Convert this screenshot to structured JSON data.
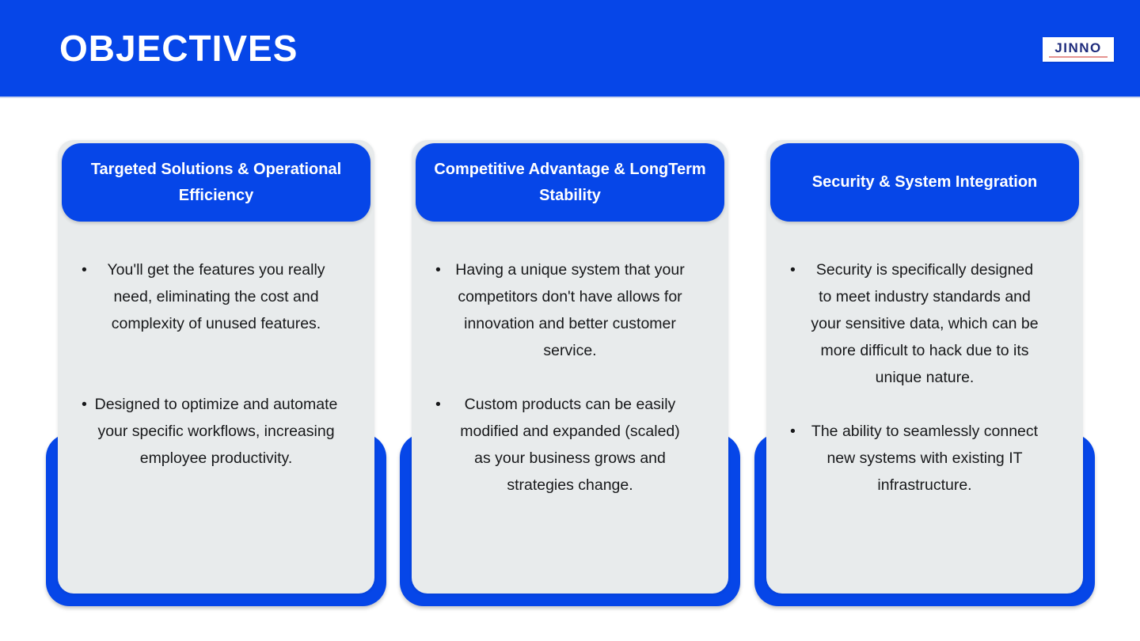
{
  "slide": {
    "title": "OBJECTIVES",
    "logo": {
      "text": "JINNO"
    },
    "bullet_glyph": "•",
    "colors": {
      "accent_blue": "#0646e8",
      "card_gray": "#e8ebec",
      "logo_navy": "#1e2b7c",
      "logo_underline": "#e59390",
      "body_text": "#17181a"
    }
  },
  "cards": [
    {
      "title_lines": [
        "Targeted Solutions & Operational",
        "Efficiency"
      ],
      "bullets": [
        {
          "lines": [
            "You'll get the features you really",
            "need, eliminating the cost and",
            "complexity of unused features."
          ]
        },
        {
          "lines": [
            "Designed to optimize and automate",
            "your specific workflows, increasing",
            "employee productivity."
          ]
        }
      ]
    },
    {
      "title_lines": [
        "Competitive Advantage & LongTerm",
        "Stability"
      ],
      "bullets": [
        {
          "lines": [
            "Having a unique system that your",
            "competitors don't have allows for",
            "innovation and better customer",
            "service."
          ]
        },
        {
          "lines": [
            "Custom products can be easily",
            "modified and expanded (scaled)",
            "as your business grows and",
            "strategies change."
          ]
        }
      ]
    },
    {
      "title_lines": [
        "Security & System Integration"
      ],
      "bullets": [
        {
          "lines": [
            "Security is specifically designed",
            "to meet industry standards and",
            "your sensitive data, which can be",
            "more difficult to hack due to its",
            "unique nature."
          ]
        },
        {
          "lines": [
            "The ability to seamlessly connect",
            "new systems with existing IT",
            "infrastructure."
          ]
        }
      ]
    }
  ]
}
